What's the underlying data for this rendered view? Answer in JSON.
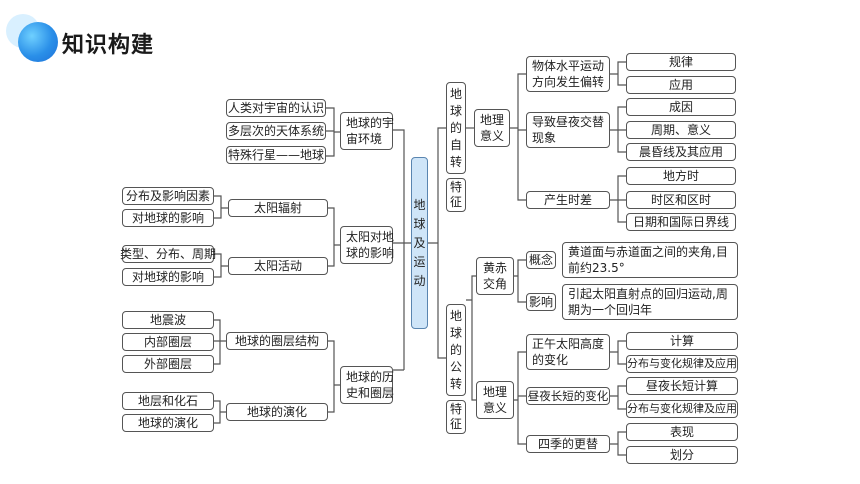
{
  "header": {
    "title": "知识构建"
  },
  "center": {
    "label": "地\n球\n及\n运\n动"
  },
  "left": {
    "universe": {
      "label": "地球的宇\n宙环境",
      "items": [
        "人类对宇宙的认识",
        "多层次的天体系统",
        "特殊行星——地球"
      ]
    },
    "sun": {
      "label": "太阳对地\n球的影响",
      "radiation": {
        "label": "太阳辐射",
        "items": [
          "分布及影响因素",
          "对地球的影响"
        ]
      },
      "activity": {
        "label": "太阳活动",
        "items": [
          "类型、分布、周期",
          "对地球的影响"
        ]
      }
    },
    "history": {
      "label": "地球的历\n史和圈层",
      "structure": {
        "label": "地球的圈层结构",
        "items": [
          "地震波",
          "内部圈层",
          "外部圈层"
        ]
      },
      "evolution": {
        "label": "地球的演化",
        "items": [
          "地层和化石",
          "地球的演化"
        ]
      }
    }
  },
  "right": {
    "rotation": {
      "label": "地\n球\n的\n自\n转",
      "feature": "特\n征",
      "meaning": "地理\n意义",
      "items": [
        {
          "label": "物体水平运动\n方向发生偏转",
          "children": [
            "规律",
            "应用"
          ]
        },
        {
          "label": "导致昼夜交替\n现象",
          "children": [
            "成因",
            "周期、意义",
            "晨昏线及其应用"
          ]
        },
        {
          "label": "产生时差",
          "children": [
            "地方时",
            "时区和区时",
            "日期和国际日界线"
          ]
        }
      ]
    },
    "revolution": {
      "label": "地\n球\n的\n公\n转",
      "feature": "特\n征",
      "meaning": "地理\n意义",
      "ecliptic": {
        "label": "黄赤\n交角",
        "concept": {
          "label": "概念",
          "text": "黄道面与赤道面之间的夹角,目前约23.5°"
        },
        "effect": {
          "label": "影响",
          "text": "引起太阳直射点的回归运动,周期为一个回归年"
        }
      },
      "items": [
        {
          "label": "正午太阳高度\n的变化",
          "children": [
            "计算",
            "分布与变化规律及应用"
          ]
        },
        {
          "label": "昼夜长短的变化",
          "children": [
            "昼夜长短计算",
            "分布与变化规律及应用"
          ]
        },
        {
          "label": "四季的更替",
          "children": [
            "表现",
            "划分"
          ]
        }
      ]
    }
  }
}
